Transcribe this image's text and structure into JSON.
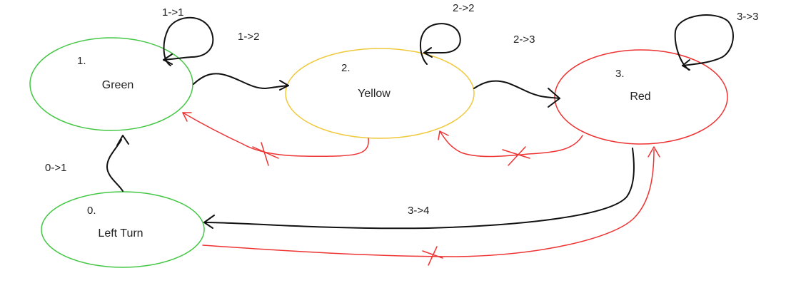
{
  "colors": {
    "ink": "#111111",
    "green": "#44c744",
    "yellow": "#f0c83a",
    "red": "#ee3333",
    "text": "#222222"
  },
  "states": {
    "left_turn": {
      "number": "0.",
      "name": "Left Turn",
      "color": "green"
    },
    "green": {
      "number": "1.",
      "name": "Green",
      "color": "green"
    },
    "yellow": {
      "number": "2.",
      "name": "Yellow",
      "color": "yellow"
    },
    "red": {
      "number": "3.",
      "name": "Red",
      "color": "red"
    }
  },
  "transitions": {
    "t_0_1": {
      "label": "0->1",
      "valid": true
    },
    "t_1_1": {
      "label": "1->1",
      "valid": true
    },
    "t_1_2": {
      "label": "1->2",
      "valid": true
    },
    "t_2_2": {
      "label": "2->2",
      "valid": true
    },
    "t_2_3": {
      "label": "2->3",
      "valid": true
    },
    "t_3_3": {
      "label": "3->3",
      "valid": true
    },
    "t_3_4": {
      "label": "3->4",
      "valid": true
    },
    "t_2_1": {
      "label": "",
      "valid": false,
      "mark": "crossed-out"
    },
    "t_3_2": {
      "label": "",
      "valid": false,
      "mark": "crossed-out"
    },
    "t_0_3": {
      "label": "",
      "valid": false,
      "mark": "crossed-out"
    }
  }
}
